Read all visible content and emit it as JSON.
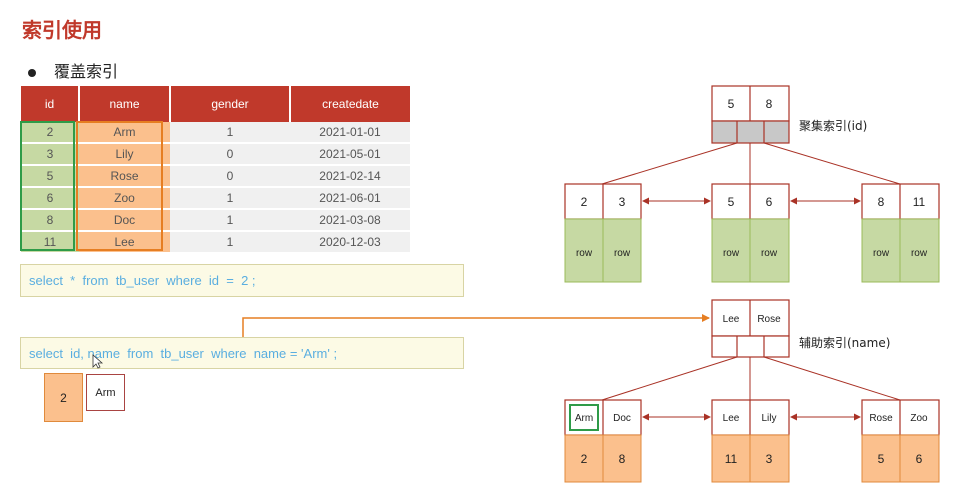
{
  "title": "索引使用",
  "bullet": "覆盖索引",
  "table": {
    "headers": [
      "id",
      "name",
      "gender",
      "createdate"
    ],
    "rows": [
      [
        "2",
        "Arm",
        "1",
        "2021-01-01"
      ],
      [
        "3",
        "Lily",
        "0",
        "2021-05-01"
      ],
      [
        "5",
        "Rose",
        "0",
        "2021-02-14"
      ],
      [
        "6",
        "Zoo",
        "1",
        "2021-06-01"
      ],
      [
        "8",
        "Doc",
        "1",
        "2021-03-08"
      ],
      [
        "11",
        "Lee",
        "1",
        "2020-12-03"
      ]
    ]
  },
  "queries": {
    "q1": "select  *  from  tb_user  where  id  =  2 ;",
    "q2": "select  id, name  from  tb_user  where  name = 'Arm' ;"
  },
  "result": {
    "id": "2",
    "name": "Arm"
  },
  "clustered_index": {
    "label": "聚集索引(id)",
    "root_keys": [
      "5",
      "8"
    ],
    "leaves": [
      {
        "keys": [
          "2",
          "3"
        ],
        "rows": [
          "row",
          "row"
        ]
      },
      {
        "keys": [
          "5",
          "6"
        ],
        "rows": [
          "row",
          "row"
        ]
      },
      {
        "keys": [
          "8",
          "11"
        ],
        "rows": [
          "row",
          "row"
        ]
      }
    ]
  },
  "secondary_index": {
    "label": "辅助索引(name)",
    "root_keys": [
      "Lee",
      "Rose"
    ],
    "leaves": [
      {
        "keys": [
          "Arm",
          "Doc"
        ],
        "ids": [
          "2",
          "8"
        ]
      },
      {
        "keys": [
          "Lee",
          "Lily"
        ],
        "ids": [
          "11",
          "3"
        ]
      },
      {
        "keys": [
          "Rose",
          "Zoo"
        ],
        "ids": [
          "5",
          "6"
        ]
      }
    ]
  },
  "colors": {
    "accent": "#c0392b",
    "green": "#c6d9a3",
    "orange": "#fbc08d",
    "sql_text": "#5aaee0"
  }
}
